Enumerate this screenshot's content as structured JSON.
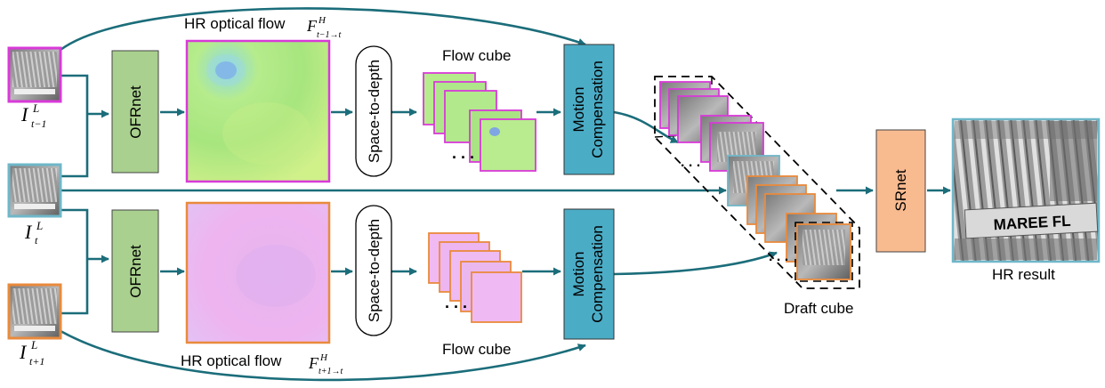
{
  "inputs": {
    "prev": {
      "sym": "I",
      "sup": "L",
      "sub": "t−1"
    },
    "curr": {
      "sym": "I",
      "sup": "L",
      "sub": "t"
    },
    "next": {
      "sym": "I",
      "sup": "L",
      "sub": "t+1"
    }
  },
  "ofrnet_label": "OFRnet",
  "flow_top": {
    "title": "HR optical flow",
    "sym": "F",
    "sup": "H",
    "sub": "t−1→t"
  },
  "flow_bottom": {
    "title": "HR optical flow",
    "sym": "F",
    "sup": "H",
    "sub": "t+1→t"
  },
  "space_to_depth_label": "Space-to-depth",
  "flow_cube_label": "Flow cube",
  "motion_comp": {
    "line1": "Motion",
    "line2": "Compensation"
  },
  "draft_cube_label": "Draft cube",
  "srnet_label": "SRnet",
  "hr_result_label": "HR result",
  "hr_result_sign_text": "MAREE FL",
  "colors": {
    "arrow": "#1b6d7a",
    "ofrnet_fill": "#a9d08e",
    "motion_fill": "#4bacc6",
    "srnet_fill": "#f8ba8f",
    "magenta": "#d83ad8",
    "orange": "#e98a3c",
    "cyan": "#6fb7c9"
  }
}
